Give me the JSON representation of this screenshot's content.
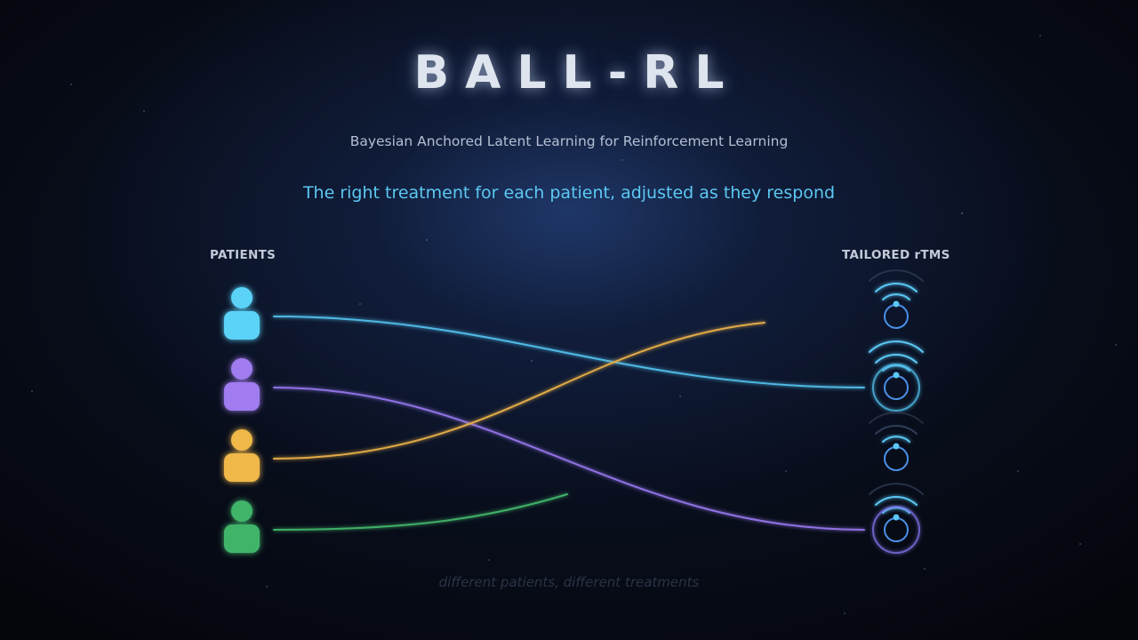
{
  "header": {
    "title": "BALL-RL",
    "subtitle": "Bayesian Anchored Latent Learning for Reinforcement Learning",
    "tagline": "The right treatment for each patient, adjusted as they respond"
  },
  "columns": {
    "patients_label": "PATIENTS",
    "treatments_label": "TAILORED rTMS"
  },
  "footer_note": "different patients, different treatments",
  "colors": {
    "background": "#070b16",
    "title": "#dfe5ee",
    "tagline": "#5cc8f2",
    "coil": "#4a90e8",
    "coil_glow": "#5ac8f5"
  },
  "patients": [
    {
      "name": "patient-blue",
      "color": "#5ad3f7",
      "icon": "person-icon"
    },
    {
      "name": "patient-purple",
      "color": "#a07cf0",
      "icon": "person-icon"
    },
    {
      "name": "patient-orange",
      "color": "#efb84a",
      "icon": "person-icon"
    },
    {
      "name": "patient-green",
      "color": "#3fb56b",
      "icon": "person-icon"
    }
  ],
  "treatments": [
    {
      "name": "coil-1",
      "icon": "rtms-coil-icon",
      "active": false
    },
    {
      "name": "coil-2",
      "icon": "rtms-coil-icon",
      "active": true
    },
    {
      "name": "coil-3",
      "icon": "rtms-coil-icon",
      "active": false
    },
    {
      "name": "coil-4",
      "icon": "rtms-coil-icon",
      "active": true
    }
  ],
  "connections": [
    {
      "from": "patient-blue",
      "to": "coil-2",
      "color": "#4fb8e3",
      "complete": true
    },
    {
      "from": "patient-purple",
      "to": "coil-4",
      "color": "#8f72e3",
      "complete": true
    },
    {
      "from": "patient-orange",
      "to": "coil-1",
      "color": "#e0aa46",
      "complete": false
    },
    {
      "from": "patient-green",
      "to": "coil-3",
      "color": "#3fae66",
      "complete": false
    }
  ]
}
